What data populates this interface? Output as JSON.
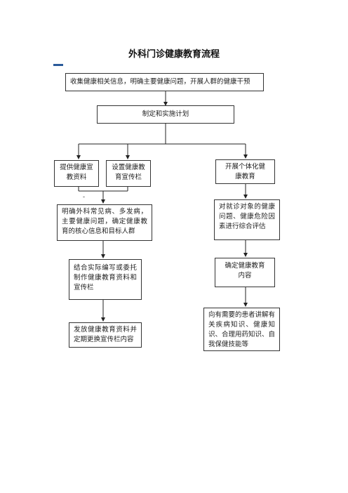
{
  "title": "外科门诊健康教育流程",
  "boxes": {
    "collect": "收集健康相关信息，明确主要健康问题，开展人群的健康干预",
    "plan": "制定和实施计划",
    "provide": "提供健康宣教资料",
    "board": "设置健康教育宣传栏",
    "individual": "开展个体化健康教育",
    "identify": "明确外科常见病、多发病，主要健康问题，确定健康教育的核心信息和目标人群",
    "assess": "对就诊对象的健康问题、健康危险因素进行综合评估",
    "compile": "结合实际编写或委托制作健康教育资料和宣传栏",
    "content": "确定健康教育内容",
    "distribute": "发放健康教育资料并定期更换宣传栏内容",
    "explain": "向有需要的患者讲解有关疾病知识、健康知识、合理用药知识、自我保健技能等"
  },
  "dash_mark": "-"
}
